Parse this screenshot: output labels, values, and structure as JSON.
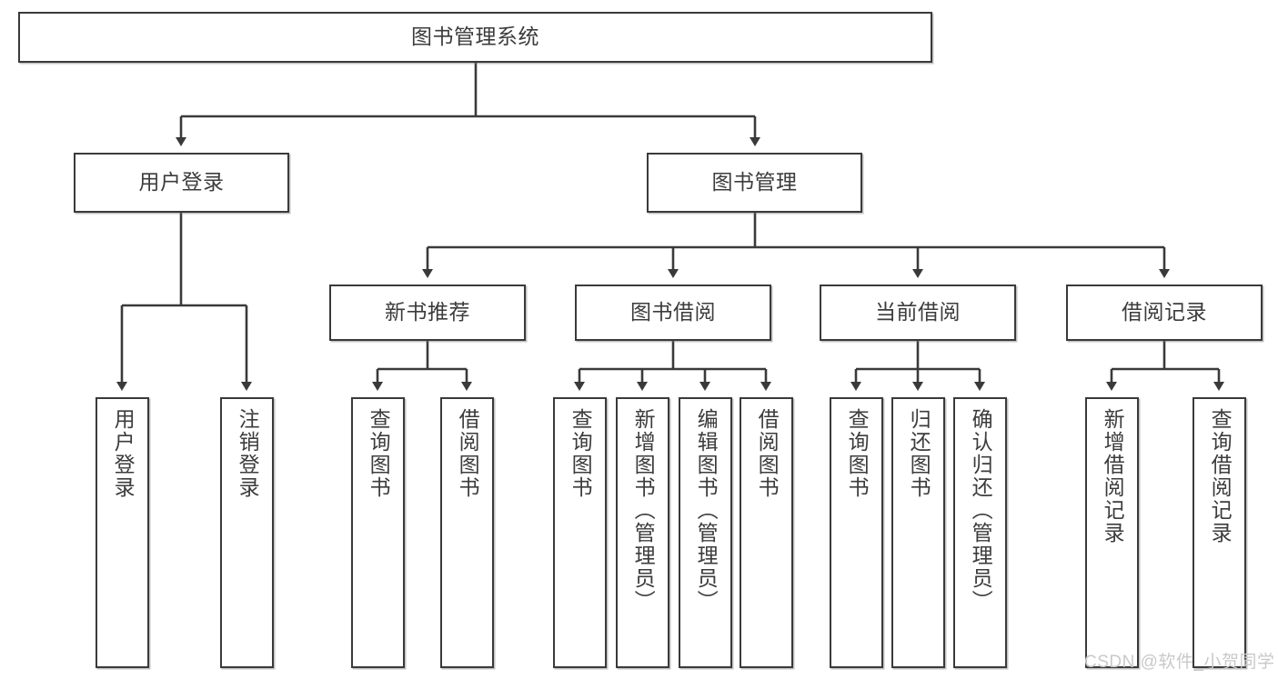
{
  "diagram": {
    "title": "图书管理系统",
    "type": "tree-hierarchy",
    "root": {
      "label": "图书管理系统"
    },
    "level2": [
      {
        "label": "用户登录"
      },
      {
        "label": "图书管理"
      }
    ],
    "level3": [
      {
        "label": "新书推荐"
      },
      {
        "label": "图书借阅"
      },
      {
        "label": "当前借阅"
      },
      {
        "label": "借阅记录"
      }
    ],
    "leaves": {
      "user_login": [
        {
          "label": "用户登录"
        },
        {
          "label": "注销登录"
        }
      ],
      "new_book_recommend": [
        {
          "label": "查询图书"
        },
        {
          "label": "借阅图书"
        }
      ],
      "book_borrow": [
        {
          "label": "查询图书"
        },
        {
          "label": "新增图书（管理员）"
        },
        {
          "label": "编辑图书（管理员）"
        },
        {
          "label": "借阅图书"
        }
      ],
      "current_borrow": [
        {
          "label": "查询图书"
        },
        {
          "label": "归还图书"
        },
        {
          "label": "确认归还（管理员）"
        }
      ],
      "borrow_record": [
        {
          "label": "新增借阅记录"
        },
        {
          "label": "查询借阅记录"
        }
      ]
    }
  },
  "watermark": {
    "text": "CSDN @软件_小贺同学"
  },
  "colors": {
    "stroke": "#3a3a3a",
    "text": "#3c3c3c",
    "background": "#ffffff",
    "watermark": "#c9c9c9"
  }
}
